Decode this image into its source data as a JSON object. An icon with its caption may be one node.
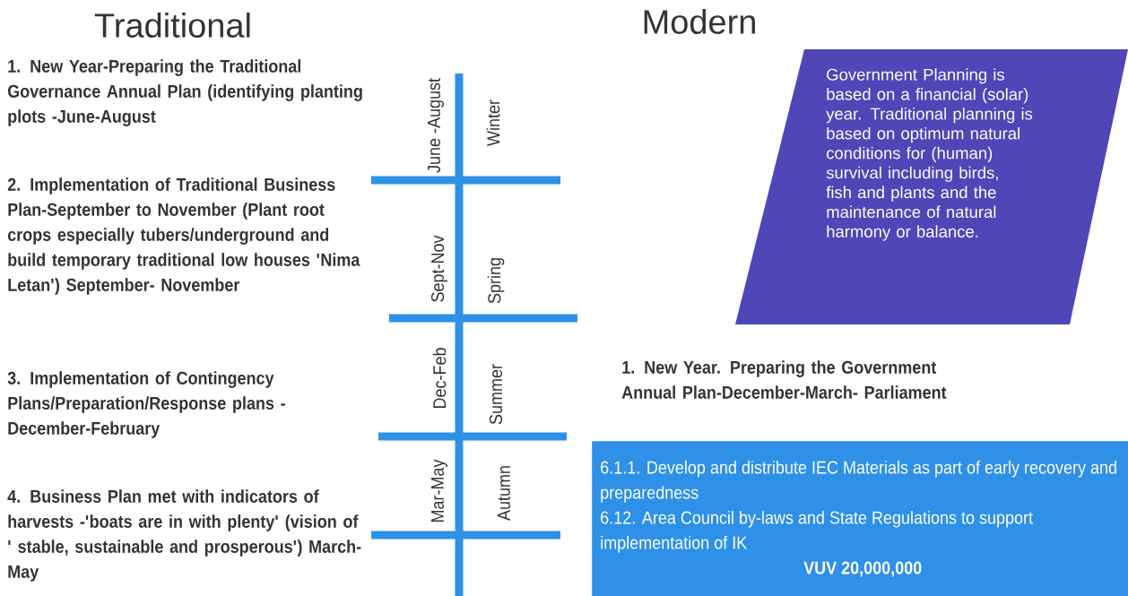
{
  "diagram": {
    "nodes": [
      {
        "text": [
          "Government Planning is based on a financial (solar) year. Traditional planning is based on optimum natural conditions for (human) survival including birds, fish and plants and the maintenance of natural harmony or balance."
        ]
      },
      {
        "text": [
          "6.1.1. Develop and distribute IEC Materials as part of early recovery and preparedness",
          "6.12. Area Council by-laws and State Regulations to support implementation of IK",
          "VUV 20,000,000"
        ]
      }
    ],
    "labels": [
      "Traditional",
      "Modern",
      "1. New Year-Preparing the Traditional Governance Annual Plan (identifying planting plots -June-August",
      "June -August",
      "Winter",
      "2. Implementation of Traditional Business Plan-September to November (Plant root crops especially tubers/underground and build temporary traditional low houses 'Nima Letan') September- November",
      "Sept-Nov",
      "Spring",
      "3. Implementation of Contingency Plans/Preparation/Response plans - December-February",
      "Dec-Feb",
      "Summer",
      "4. Business Plan met with indicators of harvests -'boats are in with plenty' (vision of ' stable, sustainable and prosperous') March-May",
      "Mar-May",
      "Autumn",
      "1. New Year. Preparing the Government Annual Plan-December-March- Parliament"
    ]
  }
}
